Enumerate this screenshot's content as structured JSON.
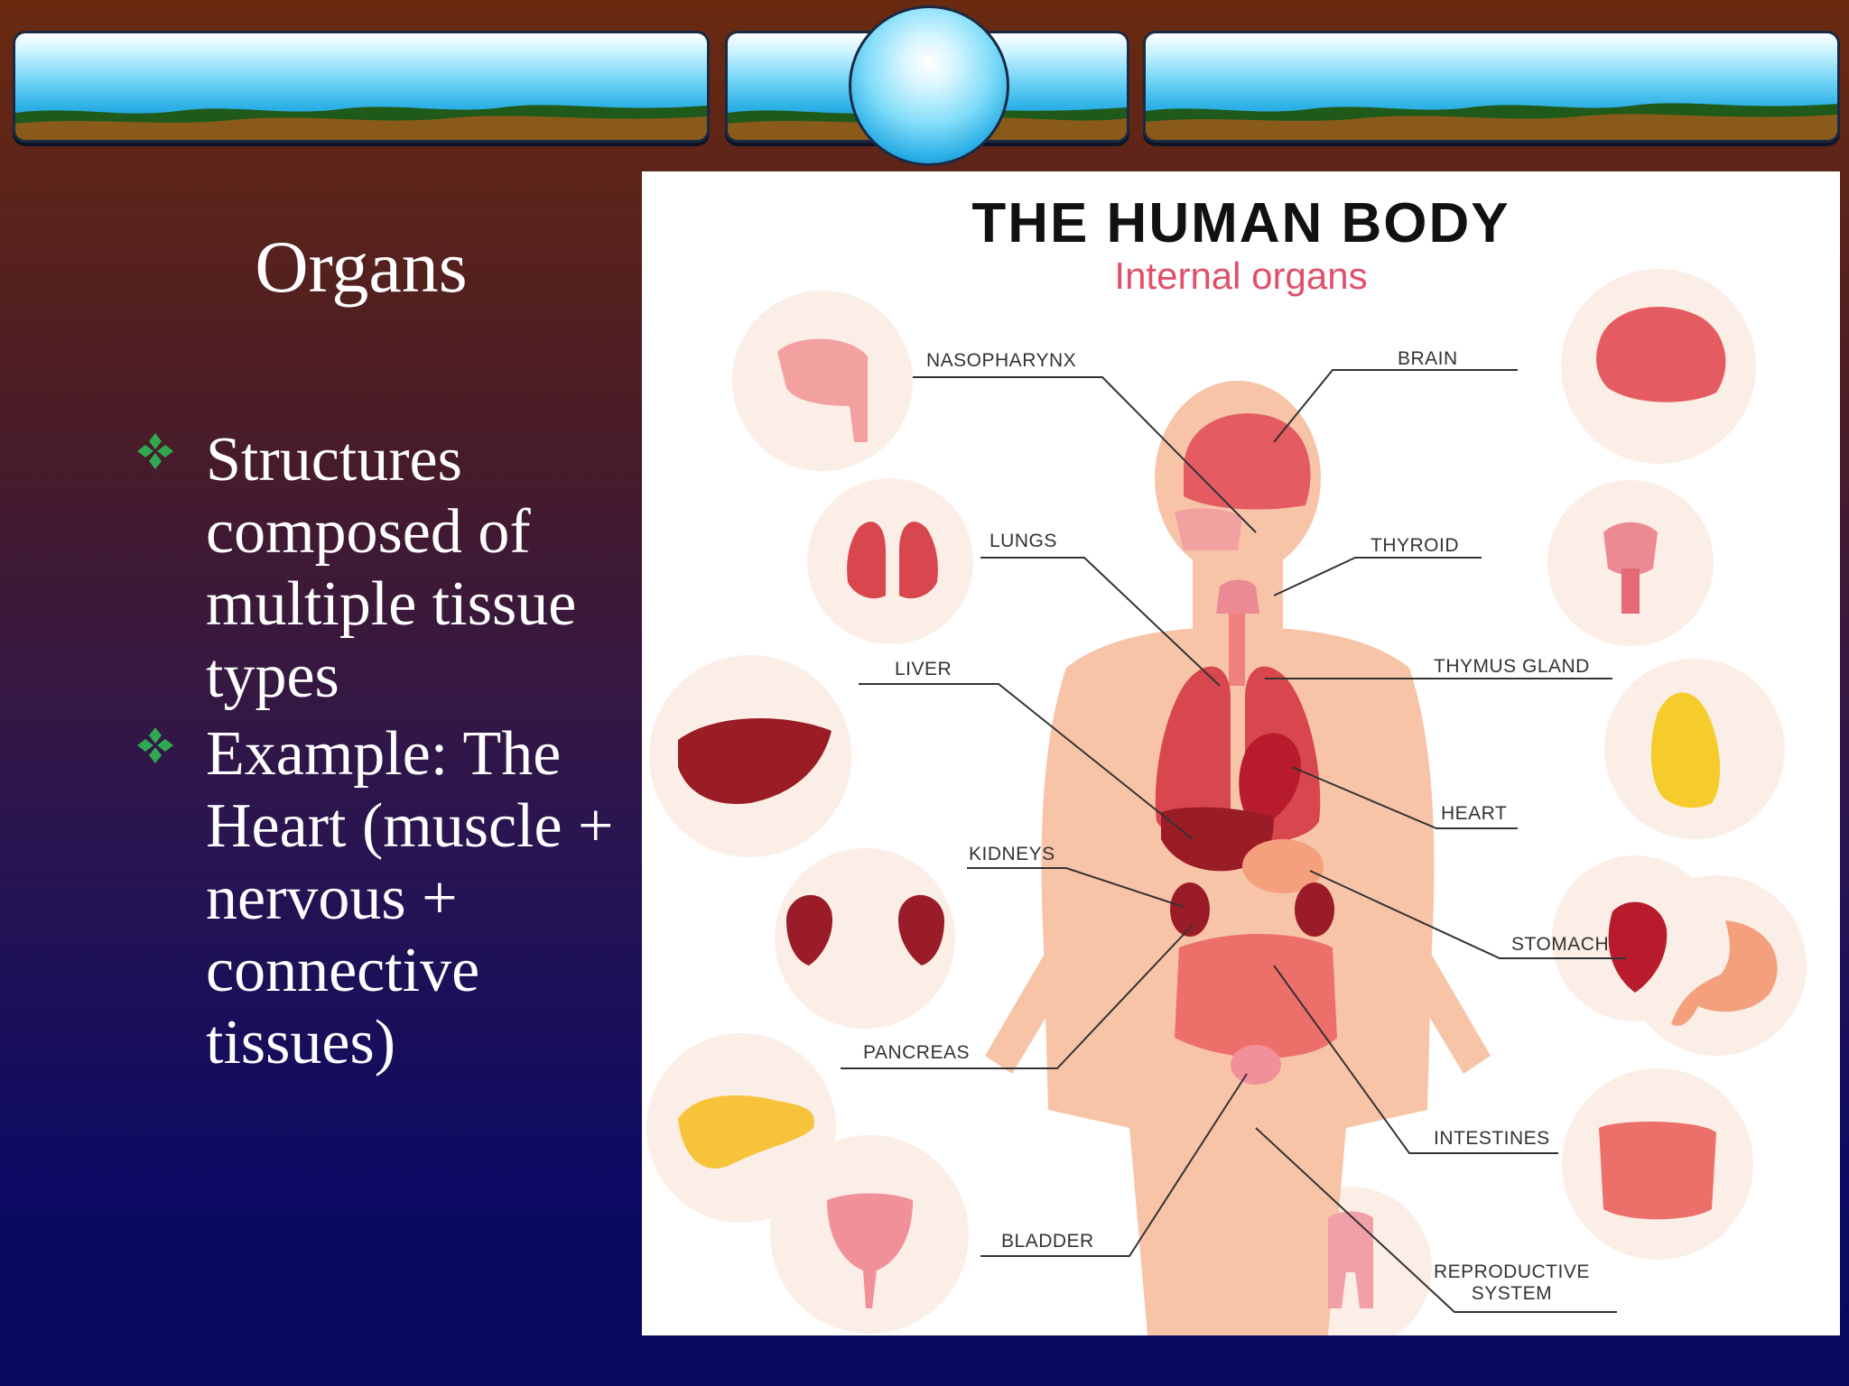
{
  "slide": {
    "title": "Organs",
    "bullets": [
      "Structures composed of multiple tissue types",
      "Example: The Heart (muscle + nervous + connective tissues)"
    ],
    "bullet_marker": "four-diamond-icon",
    "accent_color": "#2fa84f"
  },
  "figure": {
    "title": "THE HUMAN BODY",
    "subtitle": "Internal organs",
    "labels": {
      "nasopharynx": "NASOPHARYNX",
      "brain": "BRAIN",
      "lungs": "LUNGS",
      "thyroid": "THYROID",
      "liver": "LIVER",
      "thymus": "THYMUS GLAND",
      "heart": "HEART",
      "kidneys": "KIDNEYS",
      "stomach": "STOMACH",
      "pancreas": "PANCREAS",
      "intestines": "INTESTINES",
      "bladder": "BLADDER",
      "reproductive_1": "REPRODUCTIVE",
      "reproductive_2": "SYSTEM"
    }
  }
}
